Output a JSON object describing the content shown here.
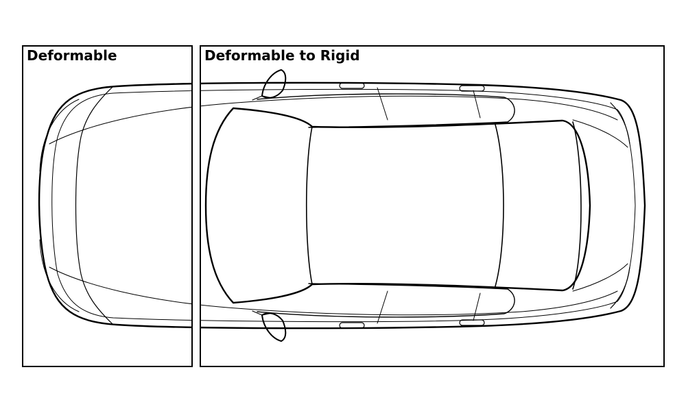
{
  "panels": {
    "left": {
      "label": "Deformable"
    },
    "right": {
      "label": "Deformable to Rigid"
    }
  },
  "colors": {
    "line": "#000000",
    "background": "#ffffff"
  },
  "illustration": {
    "subject": "car-top-view"
  }
}
